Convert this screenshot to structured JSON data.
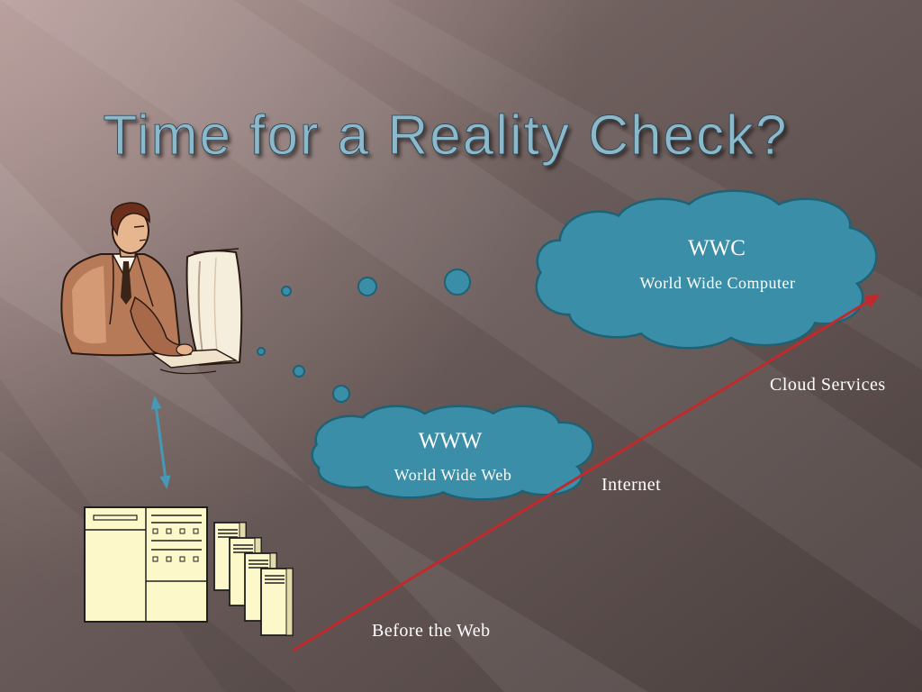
{
  "slide": {
    "title": "Time for a Reality Check?"
  },
  "clouds": {
    "wwc": {
      "heading": "WWC",
      "subheading": "World Wide Computer"
    },
    "www": {
      "heading": "WWW",
      "subheading": "World Wide Web"
    }
  },
  "labels": {
    "before_web": "Before the Web",
    "internet": "Internet",
    "cloud_services": "Cloud Services"
  },
  "colors": {
    "title": "#8cb8cc",
    "cloud_fill": "#3a8ea7",
    "cloud_stroke": "#1f6276",
    "arrow_red": "#c2292c",
    "link_blue": "#4699b6",
    "label": "#ffffff"
  },
  "icons": {
    "person": "user-at-computer-icon",
    "servers": "server-rack-icon"
  }
}
